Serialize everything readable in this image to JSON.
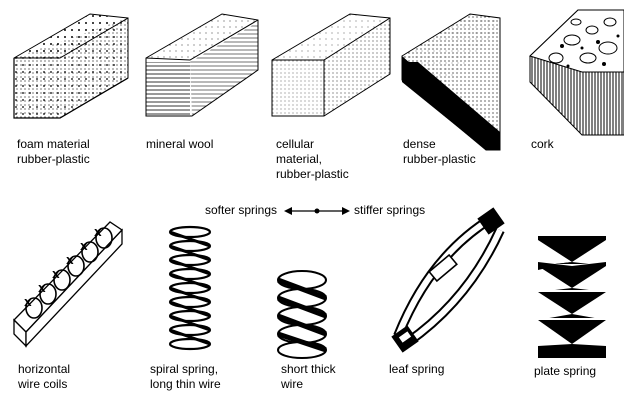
{
  "materials": [
    {
      "id": "foam",
      "lines": [
        "foam material",
        "rubber-plastic"
      ]
    },
    {
      "id": "mineral-wool",
      "lines": [
        "mineral wool"
      ]
    },
    {
      "id": "cellular",
      "lines": [
        "cellular",
        "material,",
        "rubber-plastic"
      ]
    },
    {
      "id": "dense",
      "lines": [
        "dense",
        "rubber-plastic"
      ]
    },
    {
      "id": "cork",
      "lines": [
        "cork"
      ]
    }
  ],
  "scale": {
    "left": "softer springs",
    "right": "stiffer springs"
  },
  "springs": [
    {
      "id": "horizontal-coils",
      "lines": [
        "horizontal",
        "wire coils"
      ]
    },
    {
      "id": "spiral",
      "lines": [
        "spiral spring,",
        "long thin wire"
      ]
    },
    {
      "id": "short-thick",
      "lines": [
        "short thick",
        "wire"
      ]
    },
    {
      "id": "leaf",
      "lines": [
        "leaf spring"
      ]
    },
    {
      "id": "plate",
      "lines": [
        "plate spring"
      ]
    }
  ]
}
